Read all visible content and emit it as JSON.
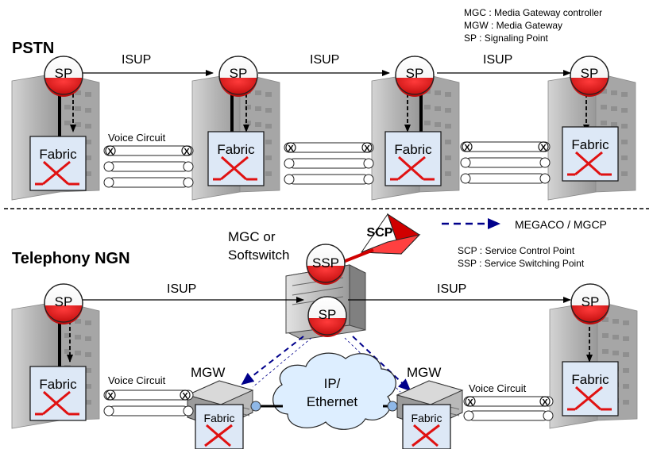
{
  "pstn": {
    "title": "PSTN",
    "isup_labels": [
      "ISUP",
      "ISUP",
      "ISUP"
    ],
    "sp_label": "SP",
    "fabric_label": "Fabric",
    "voice_circuit_label": "Voice Circuit"
  },
  "legend_top": {
    "line1": "MGC : Media Gateway controller",
    "line2": "MGW : Media Gateway",
    "line3": "SP : Signaling Point"
  },
  "ngn": {
    "title": "Telephony NGN",
    "mgc_line1": "MGC or",
    "mgc_line2": "Softswitch",
    "ssp_label": "SSP",
    "sp_label": "SP",
    "scp_label": "SCP",
    "isup_left": "ISUP",
    "isup_right": "ISUP",
    "megaco_label": "MEGACO / MGCP",
    "scp_def": "SCP : Service Control Point",
    "ssp_def": "SSP : Service Switching Point",
    "mgw_label": "MGW",
    "cloud_line1": "IP/",
    "cloud_line2": "Ethernet",
    "fabric_label": "Fabric",
    "voice_circuit_label": "Voice Circuit"
  },
  "colors": {
    "sp_red": "#d80000",
    "arrow_blue": "#000099",
    "cloud_fill": "#ddeeff",
    "fabric_fill": "#dde8f6",
    "cross_red": "#ee1111"
  }
}
